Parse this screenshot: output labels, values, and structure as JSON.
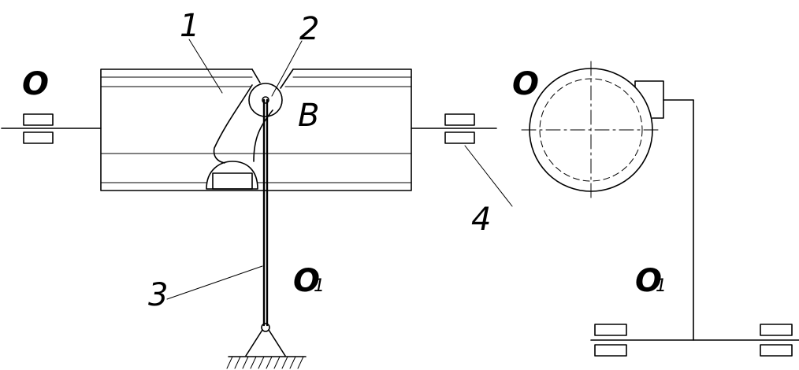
{
  "labels": {
    "part_1": "1",
    "part_2": "2",
    "part_3": "3",
    "part_4": "4",
    "point_b": "B",
    "axis_o_left": "O",
    "axis_o_right": "O",
    "axis_o1_left": "O",
    "axis_o1_left_sub": "1",
    "axis_o1_right": "O",
    "axis_o1_right_sub": "1"
  }
}
